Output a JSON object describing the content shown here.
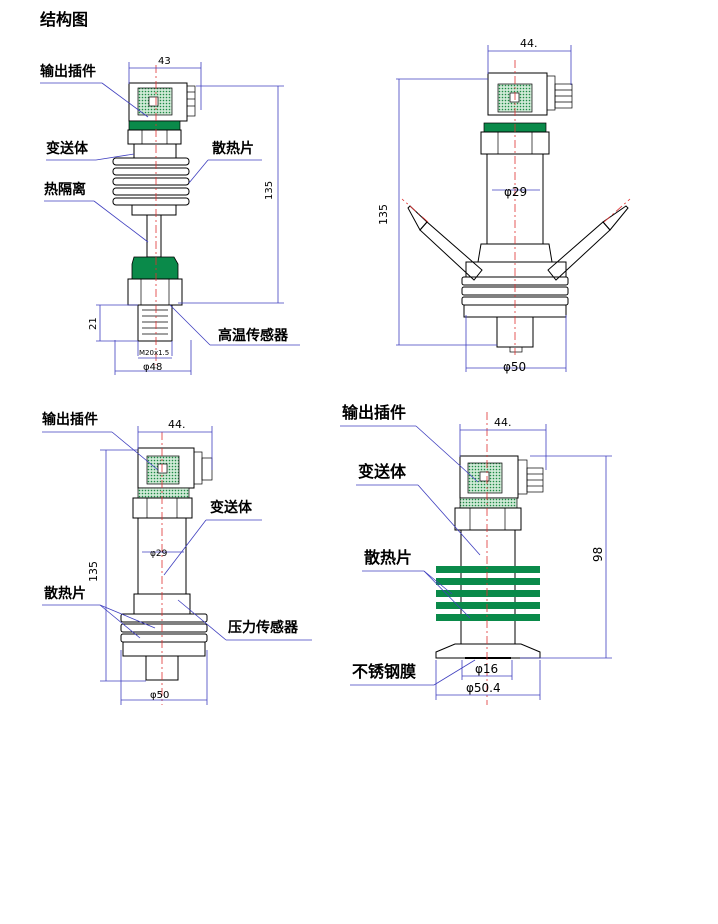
{
  "page_title": "结构图",
  "colors": {
    "heat_sink_green": "#0a8a4a",
    "connector_window": "#1e9a4a",
    "leader": "#3f3fbf",
    "centerline": "#e03030"
  },
  "panel1": {
    "labels": {
      "output_plug": "输出插件",
      "transmitter": "变送体",
      "heat_sink": "散热片",
      "heat_isolation": "热隔离",
      "high_temp_sensor": "高温传感器"
    },
    "dims": {
      "width_top": "43",
      "height": "135",
      "thread_len": "21",
      "thread": "M20x1.5",
      "diameter": "φ48"
    }
  },
  "panel2": {
    "dims": {
      "width_top": "44.",
      "height": "135",
      "body_dia": "φ29",
      "flange_dia": "φ50"
    }
  },
  "panel3": {
    "labels": {
      "output_plug": "输出插件",
      "transmitter": "变送体",
      "heat_sink": "散热片",
      "pressure_sensor": "压力传感器"
    },
    "dims": {
      "width_top": "44.",
      "height": "135",
      "body_dia": "φ29",
      "flange_dia": "φ50"
    }
  },
  "panel4": {
    "labels": {
      "output_plug": "输出插件",
      "transmitter": "变送体",
      "heat_sink": "散热片",
      "diaphragm": "不锈钢膜"
    },
    "dims": {
      "width_top": "44.",
      "height": "98",
      "inner_dia": "φ16",
      "outer_dia": "φ50.4"
    }
  }
}
